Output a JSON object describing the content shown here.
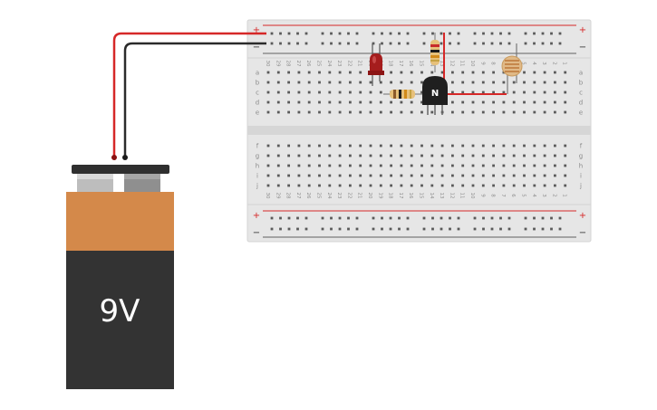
{
  "battery": {
    "label": "9V"
  },
  "breadboard": {
    "rail_plus": "+",
    "rail_minus": "−",
    "row_letters_top": [
      "a",
      "b",
      "c",
      "d",
      "e"
    ],
    "row_letters_bottom": [
      "f",
      "g",
      "h",
      "i",
      "j"
    ],
    "column_numbers": [
      "30",
      "29",
      "28",
      "27",
      "26",
      "25",
      "24",
      "23",
      "22",
      "21",
      "20",
      "19",
      "18",
      "17",
      "16",
      "15",
      "14",
      "13",
      "12",
      "11",
      "10",
      "9",
      "8",
      "7",
      "6",
      "5",
      "4",
      "3",
      "2",
      "1"
    ]
  },
  "transistor": {
    "label": "N"
  },
  "colors": {
    "wire_positive": "#d62828",
    "wire_negative": "#2b2b2b",
    "led": "#a51d1d",
    "battery_top": "#d4894a",
    "battery_body": "#333333",
    "board": "#e6e6e6"
  }
}
